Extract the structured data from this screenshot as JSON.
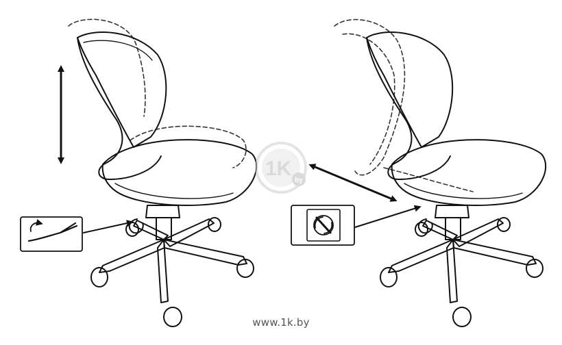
{
  "watermark": {
    "caption": "www.1k.by",
    "logo_text": "1K",
    "logo_sub": "by"
  },
  "figures": [
    {
      "name": "seat-height-adjustment",
      "icon": "gas-lift-lever-icon"
    },
    {
      "name": "tilt-adjustment",
      "icon": "tilt-knob-icon"
    }
  ],
  "colors": {
    "line": "#111111",
    "dashed": "#333333",
    "watermark": "#cfcfcf"
  }
}
